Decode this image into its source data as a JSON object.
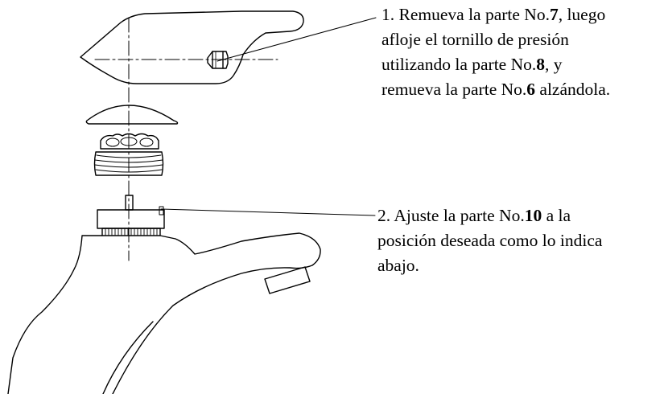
{
  "instructions": [
    {
      "lines": [
        [
          {
            "t": "1. Remueva la parte No."
          },
          {
            "t": "7",
            "b": true
          },
          {
            "t": ", luego"
          }
        ],
        [
          {
            "t": "afloje el tornillo de presión"
          }
        ],
        [
          {
            "t": "utilizando la parte No."
          },
          {
            "t": "8",
            "b": true
          },
          {
            "t": ", y"
          }
        ],
        [
          {
            "t": "remueva la parte No."
          },
          {
            "t": "6",
            "b": true
          },
          {
            "t": " alzándola."
          }
        ]
      ]
    },
    {
      "lines": [
        [
          {
            "t": "2. Ajuste la parte No."
          },
          {
            "t": "10",
            "b": true
          },
          {
            "t": " a la"
          }
        ],
        [
          {
            "t": "posición deseada como lo indica"
          }
        ],
        [
          {
            "t": "abajo."
          }
        ]
      ]
    }
  ]
}
